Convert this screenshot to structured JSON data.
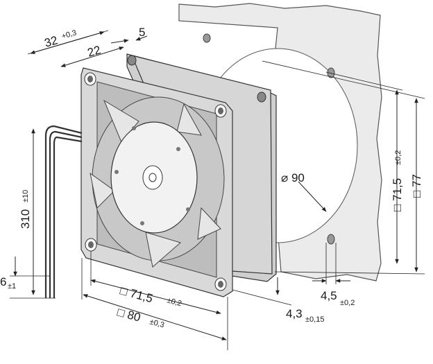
{
  "dimensions": {
    "d32": {
      "main": "32",
      "tol": "+0,3"
    },
    "d22": {
      "main": "22"
    },
    "d5": {
      "main": "5"
    },
    "d310": {
      "main": "310",
      "tol": "±10"
    },
    "d6": {
      "main": "6",
      "tol": "±1"
    },
    "d90": {
      "main": "⌀ 90"
    },
    "d715_right": {
      "main": "□ 71,5",
      "tol": "±0,2"
    },
    "d77": {
      "main": "□ 77"
    },
    "d715_bottom": {
      "main": "□ 71,5",
      "tol": "±0,2"
    },
    "d80": {
      "main": "□ 80",
      "tol": "±0,3"
    },
    "d43": {
      "main": "4,3",
      "tol": "±0,15"
    },
    "d45": {
      "main": "4,5",
      "tol": "±0,2"
    }
  },
  "colors": {
    "panel": "#ebebeb",
    "fan_frame": "#d9d9d9",
    "fan_dark": "#bdbdbd",
    "hub": "#f2f2f2"
  }
}
